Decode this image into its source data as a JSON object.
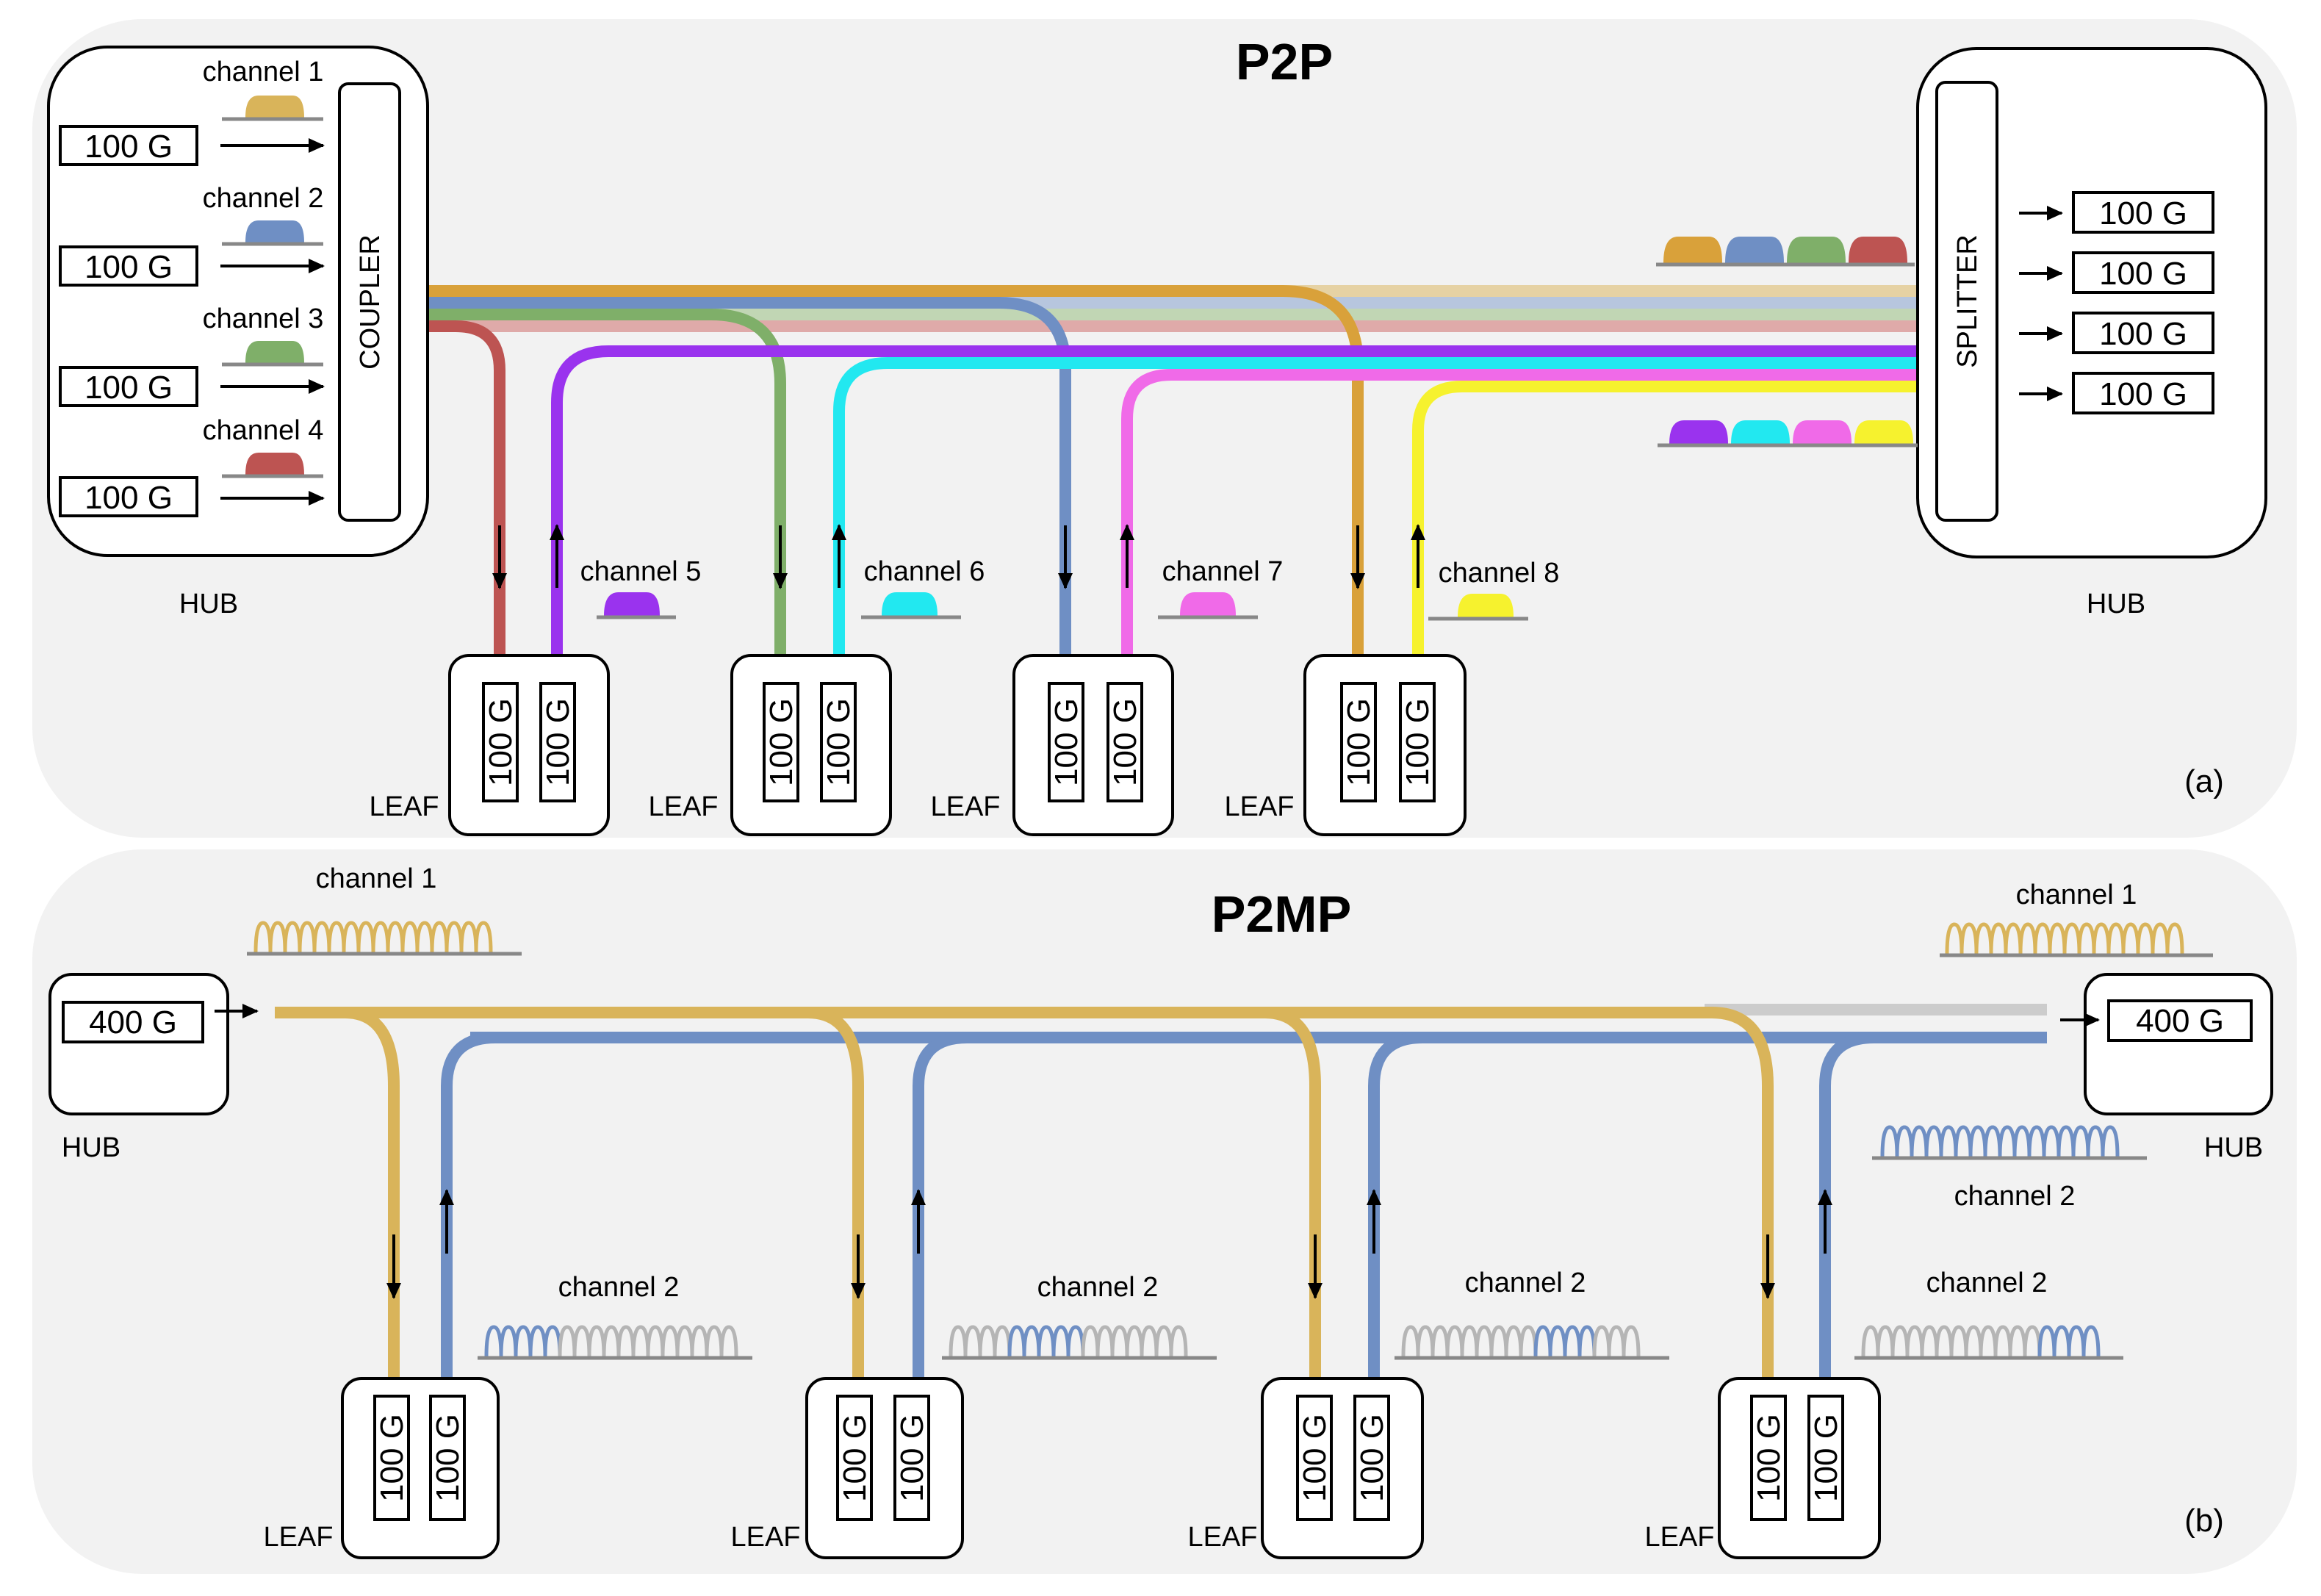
{
  "panel_a": {
    "title": "P2P",
    "tag": "(a)",
    "left_hub": {
      "label": "HUB",
      "coupler_label": "COUPLER",
      "rates": [
        "100 G",
        "100 G",
        "100 G",
        "100 G"
      ],
      "channels": [
        "channel 1",
        "channel 2",
        "channel 3",
        "channel 4"
      ]
    },
    "right_hub": {
      "label": "HUB",
      "splitter_label": "SPLITTER",
      "rates": [
        "100 G",
        "100 G",
        "100 G",
        "100 G"
      ]
    },
    "leaves": [
      {
        "label": "LEAF",
        "rates": [
          "100 G",
          "100 G"
        ],
        "channel": "channel 5"
      },
      {
        "label": "LEAF",
        "rates": [
          "100 G",
          "100 G"
        ],
        "channel": "channel 6"
      },
      {
        "label": "LEAF",
        "rates": [
          "100 G",
          "100 G"
        ],
        "channel": "channel 7"
      },
      {
        "label": "LEAF",
        "rates": [
          "100 G",
          "100 G"
        ],
        "channel": "channel 8"
      }
    ],
    "colors": {
      "channel_1": "#d9a13a",
      "channel_2": "#6f8fc4",
      "channel_3": "#7faf69",
      "channel_4": "#bd5452",
      "channel_5": "#9a33ee",
      "channel_6": "#22e8f0",
      "channel_7": "#f06ae8",
      "channel_8": "#f6f22e"
    }
  },
  "panel_b": {
    "title": "P2MP",
    "tag": "(b)",
    "left_hub": {
      "label": "HUB",
      "rate": "400 G",
      "channel": "channel 1"
    },
    "right_hub": {
      "label": "HUB",
      "rate": "400 G",
      "channel_top": "channel 1",
      "channel_bottom": "channel 2"
    },
    "leaves": [
      {
        "label": "LEAF",
        "rates": [
          "100 G",
          "100 G"
        ],
        "channel": "channel 2"
      },
      {
        "label": "LEAF",
        "rates": [
          "100 G",
          "100 G"
        ],
        "channel": "channel 2"
      },
      {
        "label": "LEAF",
        "rates": [
          "100 G",
          "100 G"
        ],
        "channel": "channel 2"
      },
      {
        "label": "LEAF",
        "rates": [
          "100 G",
          "100 G"
        ],
        "channel": "channel 2"
      }
    ],
    "colors": {
      "channel_1": "#d9b45a",
      "channel_2": "#6f8fc4",
      "inactive": "#bbbbbb"
    }
  }
}
